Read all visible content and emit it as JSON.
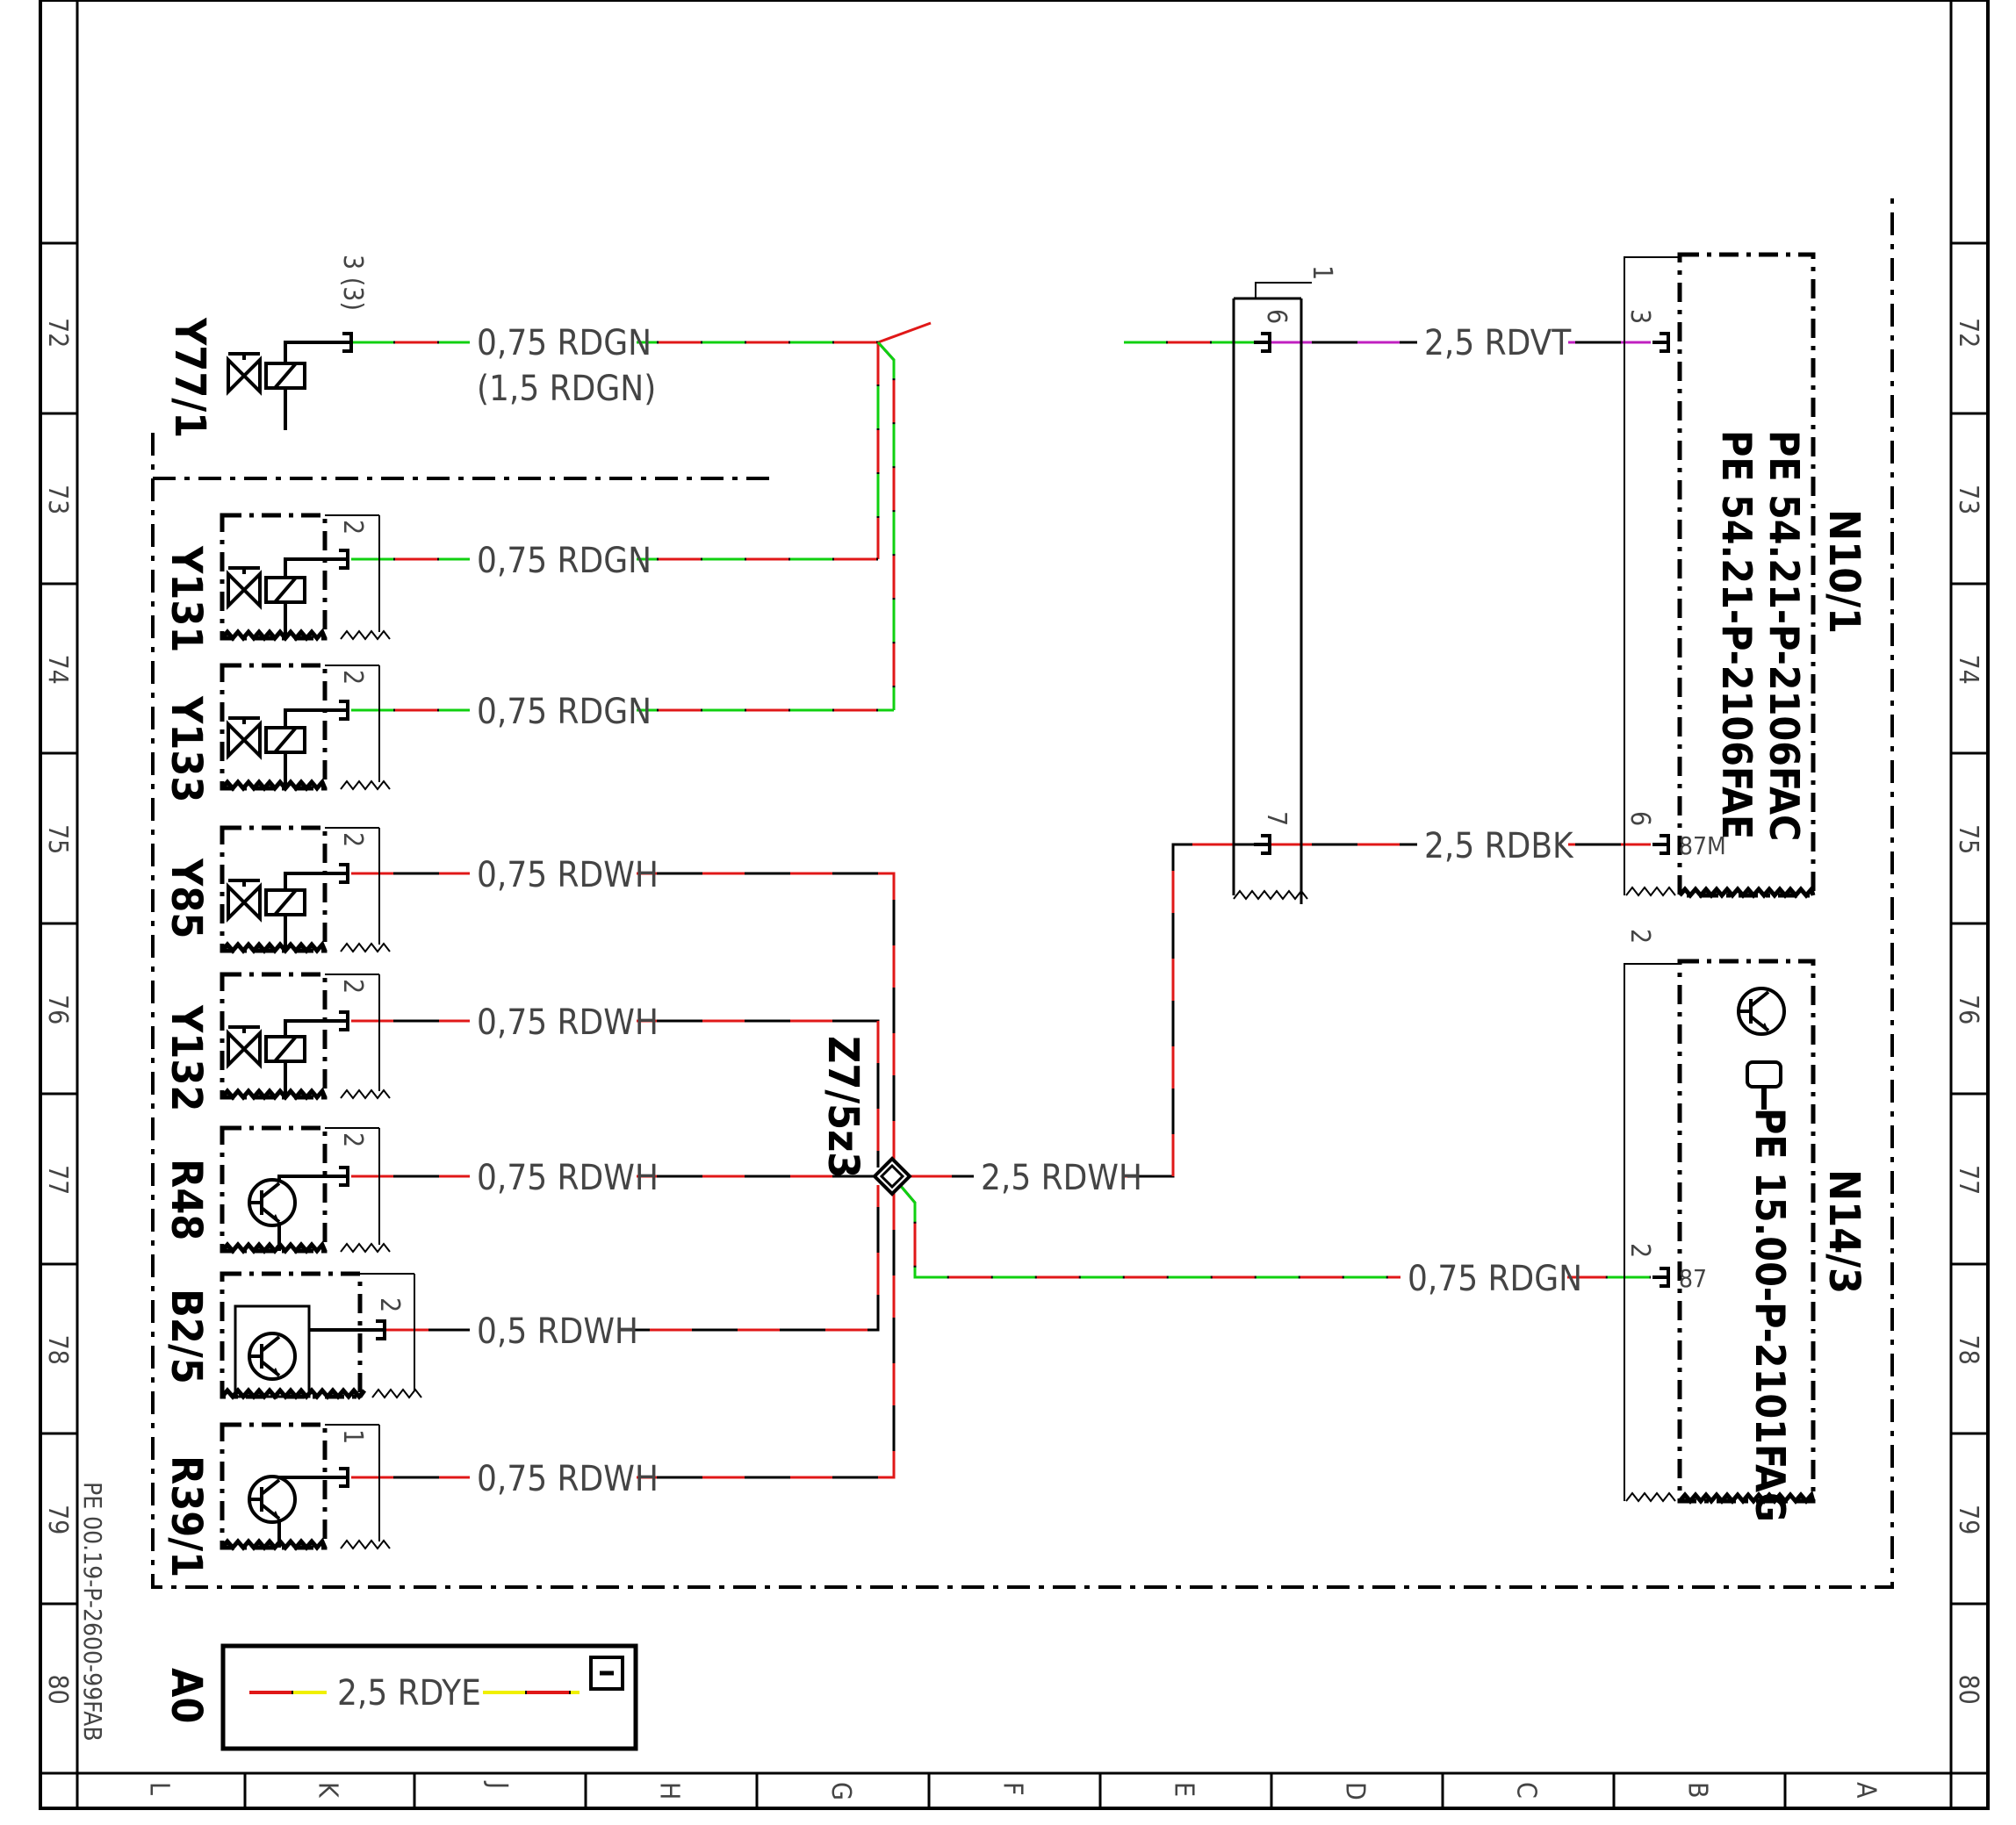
{
  "footer_ref": "PE 00.19-P-2600-99FAB",
  "grid": {
    "rows": [
      "72",
      "73",
      "74",
      "75",
      "76",
      "77",
      "78",
      "79",
      "80"
    ],
    "cols": [
      "L",
      "K",
      "J",
      "H",
      "G",
      "F",
      "E",
      "D",
      "C",
      "B",
      "A"
    ]
  },
  "components": {
    "y77_1": {
      "label": "Y77/1",
      "pin": "3 (3)"
    },
    "y131": {
      "label": "Y131",
      "pin": "2"
    },
    "y133": {
      "label": "Y133",
      "pin": "2"
    },
    "y85": {
      "label": "Y85",
      "pin": "2"
    },
    "y132": {
      "label": "Y132",
      "pin": "2"
    },
    "r48": {
      "label": "R48",
      "pin": "2"
    },
    "b2_5": {
      "label": "B2/5",
      "pin": "2"
    },
    "r39_1": {
      "label": "R39/1",
      "pin": "1"
    },
    "a0": {
      "label": "A0",
      "wire": "2,5 RDYE"
    },
    "z7_5z3": {
      "label": "Z7/5z3"
    },
    "connector": {
      "label": "1",
      "pin_top": "6",
      "pin_bottom": "7"
    },
    "n10_1": {
      "label": "N10/1",
      "ref1": "PE 54.21-P-2106FAC",
      "ref2": "PE 54.21-P-2106FAE",
      "pin3": "3",
      "pin6": "6",
      "term": "87M"
    },
    "n14_3": {
      "label": "N14/3",
      "ref": "PE 15.00-P-2101FAG",
      "pin_top": "2",
      "pin2": "2",
      "term": "87"
    }
  },
  "wires": {
    "y77_1": "0,75 RDGN",
    "y77_1_alt": "(1,5 RDGN)",
    "y131": "0,75 RDGN",
    "y133": "0,75 RDGN",
    "y85": "0,75 RDWH",
    "y132": "0,75 RDWH",
    "r48": "0,75 RDWH",
    "b2_5": "0,5 RDWH",
    "r39_1": "0,75 RDWH",
    "splice_out": "2,5 RDWH",
    "n14_3": "0,75 RDGN",
    "n10_1_pin3": "2,5 RDVT",
    "n10_1_pin6": "2,5 RDBK"
  },
  "colors": {
    "red": "#e01818",
    "green": "#10d010",
    "violet": "#c020c0",
    "yellow": "#f0f000",
    "black": "#000000"
  }
}
